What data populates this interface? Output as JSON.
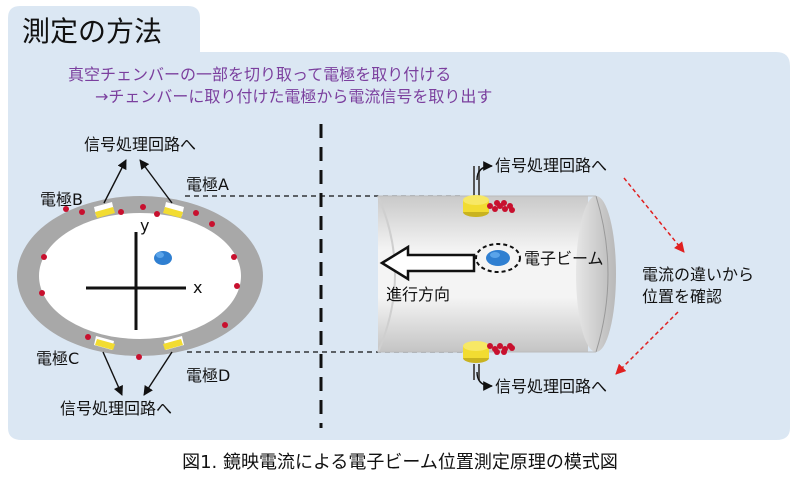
{
  "title": "測定の方法",
  "intro": {
    "line1": "真空チェンバーの一部を切り取って電極を取り付ける",
    "line2": "→チェンバーに取り付けた電極から電流信号を取り出す"
  },
  "labels": {
    "signal_top_left": "信号処理回路へ",
    "electrode_b": "電極B",
    "electrode_a": "電極A",
    "electrode_c": "電極C",
    "electrode_d": "電極D",
    "signal_bottom_left": "信号処理回路へ",
    "axis_y": "y",
    "axis_x": "x",
    "signal_top_right": "信号処理回路へ",
    "signal_bottom_right": "信号処理回路へ",
    "beam": "電子ビーム",
    "direction": "進行方向",
    "current_diff_line1": "電流の違いから",
    "current_diff_line2": "位置を確認"
  },
  "caption": "図1.  鏡映電流による電子ビーム位置測定原理の模式図",
  "colors": {
    "panel": "#dbe7f3",
    "intro_text": "#7b3f9e",
    "electrode": "#f2dc32",
    "charge": "#c8102e",
    "beam": "#2f7fd1",
    "pipe": "#d9d9d9",
    "accent_arrow": "#e02020"
  }
}
